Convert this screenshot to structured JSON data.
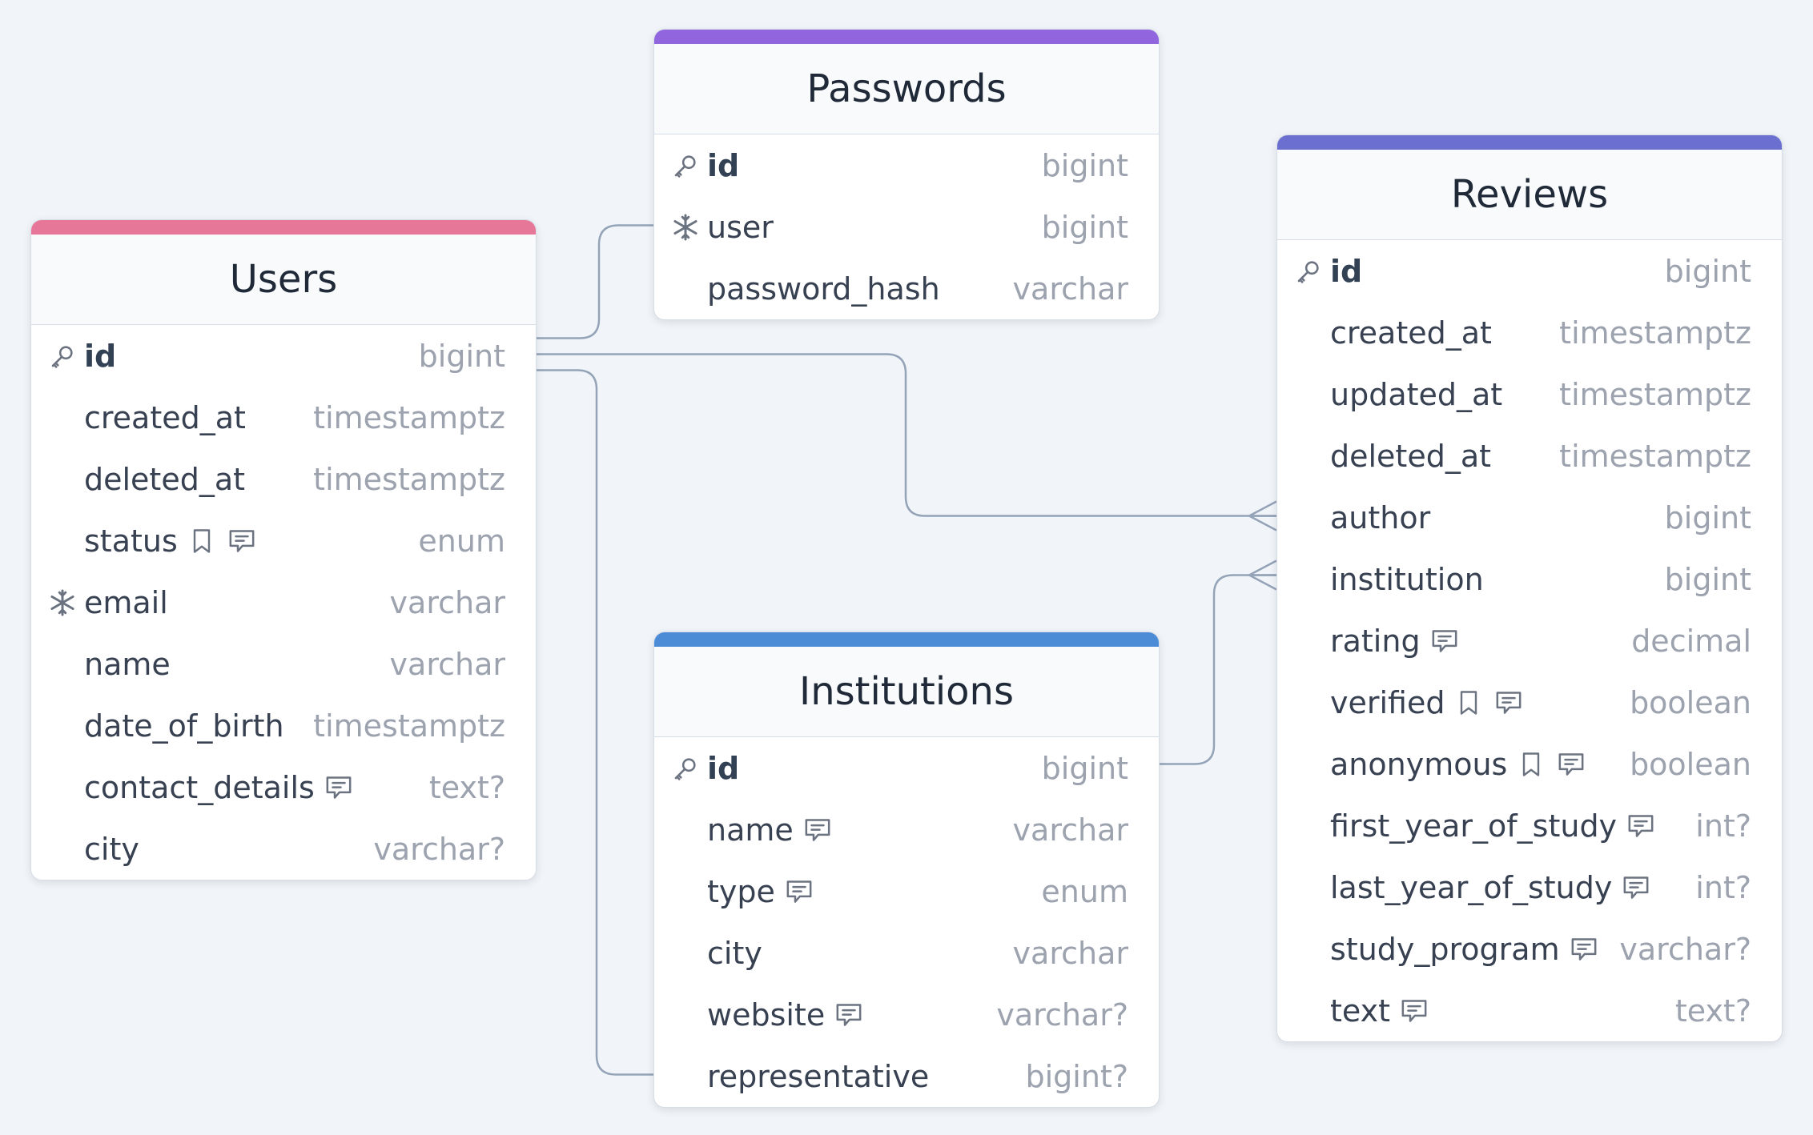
{
  "colors": {
    "background": "#f1f5f9",
    "edge": "#94a3b8",
    "users_accent": "#e67799",
    "passwords_accent": "#9165dd",
    "reviews_accent": "#6b6fcf",
    "institutions_accent": "#4c8bd6"
  },
  "tables": [
    {
      "id": "users",
      "title": "Users",
      "accent": "#e67799",
      "columns": [
        {
          "name": "id",
          "type": "bigint",
          "icon": "key-icon",
          "pk": true
        },
        {
          "name": "created_at",
          "type": "timestamptz"
        },
        {
          "name": "deleted_at",
          "type": "timestamptz"
        },
        {
          "name": "status",
          "type": "enum",
          "markers": [
            "bookmark-icon",
            "comment-icon"
          ]
        },
        {
          "name": "email",
          "type": "varchar",
          "icon": "snowflake-icon"
        },
        {
          "name": "name",
          "type": "varchar"
        },
        {
          "name": "date_of_birth",
          "type": "timestamptz"
        },
        {
          "name": "contact_details",
          "type": "text?",
          "markers": [
            "comment-icon"
          ]
        },
        {
          "name": "city",
          "type": "varchar?"
        }
      ]
    },
    {
      "id": "passwords",
      "title": "Passwords",
      "accent": "#9165dd",
      "columns": [
        {
          "name": "id",
          "type": "bigint",
          "icon": "key-icon",
          "pk": true
        },
        {
          "name": "user",
          "type": "bigint",
          "icon": "snowflake-icon"
        },
        {
          "name": "password_hash",
          "type": "varchar"
        }
      ]
    },
    {
      "id": "reviews",
      "title": "Reviews",
      "accent": "#6b6fcf",
      "columns": [
        {
          "name": "id",
          "type": "bigint",
          "icon": "key-icon",
          "pk": true
        },
        {
          "name": "created_at",
          "type": "timestamptz"
        },
        {
          "name": "updated_at",
          "type": "timestamptz"
        },
        {
          "name": "deleted_at",
          "type": "timestamptz"
        },
        {
          "name": "author",
          "type": "bigint"
        },
        {
          "name": "institution",
          "type": "bigint"
        },
        {
          "name": "rating",
          "type": "decimal",
          "markers": [
            "comment-icon"
          ]
        },
        {
          "name": "verified",
          "type": "boolean",
          "markers": [
            "bookmark-icon",
            "comment-icon"
          ]
        },
        {
          "name": "anonymous",
          "type": "boolean",
          "markers": [
            "bookmark-icon",
            "comment-icon"
          ]
        },
        {
          "name": "first_year_of_study",
          "type": "int?",
          "markers": [
            "comment-icon"
          ]
        },
        {
          "name": "last_year_of_study",
          "type": "int?",
          "markers": [
            "comment-icon"
          ]
        },
        {
          "name": "study_program",
          "type": "varchar?",
          "markers": [
            "comment-icon"
          ]
        },
        {
          "name": "text",
          "type": "text?",
          "markers": [
            "comment-icon"
          ]
        }
      ]
    },
    {
      "id": "institutions",
      "title": "Institutions",
      "accent": "#4c8bd6",
      "columns": [
        {
          "name": "id",
          "type": "bigint",
          "icon": "key-icon",
          "pk": true
        },
        {
          "name": "name",
          "type": "varchar",
          "markers": [
            "comment-icon"
          ]
        },
        {
          "name": "type",
          "type": "enum",
          "markers": [
            "comment-icon"
          ]
        },
        {
          "name": "city",
          "type": "varchar"
        },
        {
          "name": "website",
          "type": "varchar?",
          "markers": [
            "comment-icon"
          ]
        },
        {
          "name": "representative",
          "type": "bigint?"
        }
      ]
    }
  ],
  "relationships": [
    {
      "from": "users.id",
      "to": "passwords.user",
      "cardinality": "one-to-one"
    },
    {
      "from": "users.id",
      "to": "reviews.author",
      "cardinality": "one-to-many"
    },
    {
      "from": "users.id",
      "to": "institutions.representative",
      "cardinality": "one-to-one"
    },
    {
      "from": "institutions.id",
      "to": "reviews.institution",
      "cardinality": "one-to-many"
    }
  ]
}
